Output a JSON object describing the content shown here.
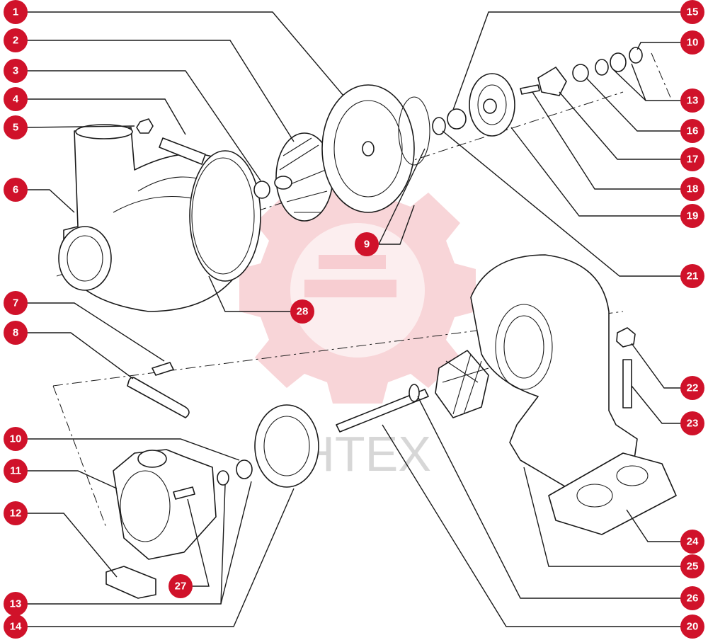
{
  "diagram": {
    "watermark_text": "ИНТЕХ",
    "labels": [
      "1",
      "2",
      "3",
      "4",
      "5",
      "6",
      "7",
      "8",
      "9",
      "10",
      "11",
      "12",
      "13",
      "14",
      "15",
      "10",
      "13",
      "16",
      "17",
      "18",
      "19",
      "21",
      "28",
      "22",
      "23",
      "24",
      "25",
      "26",
      "20",
      "27"
    ]
  }
}
